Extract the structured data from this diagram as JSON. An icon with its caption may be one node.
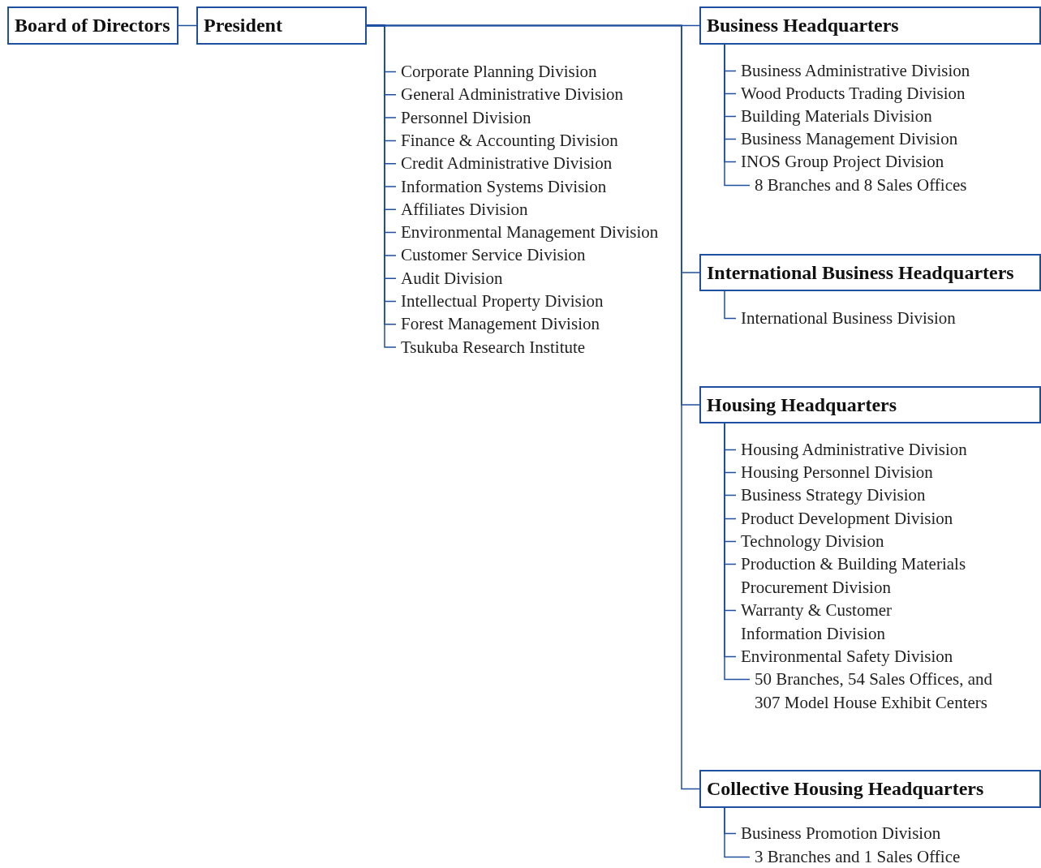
{
  "diagram": {
    "nodes": [
      {
        "text": [
          "Board of Directors"
        ]
      },
      {
        "text": [
          "President"
        ]
      },
      {
        "text": [
          "Business Headquarters"
        ]
      },
      {
        "text": [
          "International Business Headquarters"
        ]
      },
      {
        "text": [
          "Housing Headquarters"
        ]
      },
      {
        "text": [
          "Collective Housing Headquarters"
        ]
      },
      {
        "text": [
          "Corporate Planning Division"
        ]
      },
      {
        "text": [
          "General Administrative Division"
        ]
      },
      {
        "text": [
          "Personnel Division"
        ]
      },
      {
        "text": [
          "Finance & Accounting Division"
        ]
      },
      {
        "text": [
          "Credit Administrative Division"
        ]
      },
      {
        "text": [
          "Information Systems Division"
        ]
      },
      {
        "text": [
          "Affiliates Division"
        ]
      },
      {
        "text": [
          "Environmental Management Division"
        ]
      },
      {
        "text": [
          "Customer Service Division"
        ]
      },
      {
        "text": [
          "Audit Division"
        ]
      },
      {
        "text": [
          "Intellectual Property Division"
        ]
      },
      {
        "text": [
          "Forest Management Division"
        ]
      },
      {
        "text": [
          "Tsukuba Research Institute"
        ]
      },
      {
        "text": [
          "Business Administrative Division"
        ]
      },
      {
        "text": [
          "Wood Products Trading Division"
        ]
      },
      {
        "text": [
          "Building Materials Division"
        ]
      },
      {
        "text": [
          "Business Management Division"
        ]
      },
      {
        "text": [
          "INOS Group Project Division"
        ]
      },
      {
        "text": [
          "8 Branches and 8 Sales Offices"
        ]
      },
      {
        "text": [
          "International Business Division"
        ]
      },
      {
        "text": [
          "Housing Administrative Division"
        ]
      },
      {
        "text": [
          "Housing Personnel Division"
        ]
      },
      {
        "text": [
          "Business Strategy Division"
        ]
      },
      {
        "text": [
          "Product Development Division"
        ]
      },
      {
        "text": [
          "Technology Division"
        ]
      },
      {
        "text": [
          "Production & Building Materials Procurement Division"
        ]
      },
      {
        "text": [
          "Warranty & Customer Information Division"
        ]
      },
      {
        "text": [
          "Environmental Safety Division"
        ]
      },
      {
        "text": [
          "50 Branches, 54 Sales Offices, and 307 Model House Exhibit Centers"
        ]
      },
      {
        "text": [
          "Business Promotion Division"
        ]
      },
      {
        "text": [
          "3 Branches and 1 Sales Office"
        ]
      }
    ],
    "edges": [
      {
        "from": 0,
        "to": 1,
        "arrow": "none"
      },
      {
        "from": 1,
        "to": 2,
        "arrow": "none"
      },
      {
        "from": 1,
        "to": 3,
        "arrow": "none"
      },
      {
        "from": 1,
        "to": 4,
        "arrow": "none"
      },
      {
        "from": 1,
        "to": 5,
        "arrow": "none"
      },
      {
        "from": 1,
        "to": 6,
        "arrow": "none"
      },
      {
        "from": 1,
        "to": 7,
        "arrow": "none"
      },
      {
        "from": 1,
        "to": 8,
        "arrow": "none"
      },
      {
        "from": 1,
        "to": 9,
        "arrow": "none"
      },
      {
        "from": 1,
        "to": 10,
        "arrow": "none"
      },
      {
        "from": 1,
        "to": 11,
        "arrow": "none"
      },
      {
        "from": 1,
        "to": 12,
        "arrow": "none"
      },
      {
        "from": 1,
        "to": 13,
        "arrow": "none"
      },
      {
        "from": 1,
        "to": 14,
        "arrow": "none"
      },
      {
        "from": 1,
        "to": 15,
        "arrow": "none"
      },
      {
        "from": 1,
        "to": 16,
        "arrow": "none"
      },
      {
        "from": 1,
        "to": 17,
        "arrow": "none"
      },
      {
        "from": 1,
        "to": 18,
        "arrow": "none"
      },
      {
        "from": 2,
        "to": 19,
        "arrow": "none"
      },
      {
        "from": 2,
        "to": 20,
        "arrow": "none"
      },
      {
        "from": 2,
        "to": 21,
        "arrow": "none"
      },
      {
        "from": 2,
        "to": 22,
        "arrow": "none"
      },
      {
        "from": 2,
        "to": 23,
        "arrow": "none"
      },
      {
        "from": 2,
        "to": 24,
        "arrow": "none"
      },
      {
        "from": 3,
        "to": 25,
        "arrow": "none"
      },
      {
        "from": 4,
        "to": 26,
        "arrow": "none"
      },
      {
        "from": 4,
        "to": 27,
        "arrow": "none"
      },
      {
        "from": 4,
        "to": 28,
        "arrow": "none"
      },
      {
        "from": 4,
        "to": 29,
        "arrow": "none"
      },
      {
        "from": 4,
        "to": 30,
        "arrow": "none"
      },
      {
        "from": 4,
        "to": 31,
        "arrow": "none"
      },
      {
        "from": 4,
        "to": 32,
        "arrow": "none"
      },
      {
        "from": 4,
        "to": 33,
        "arrow": "none"
      },
      {
        "from": 4,
        "to": 34,
        "arrow": "none"
      },
      {
        "from": 5,
        "to": 35,
        "arrow": "none"
      },
      {
        "from": 5,
        "to": 36,
        "arrow": "none"
      }
    ]
  }
}
